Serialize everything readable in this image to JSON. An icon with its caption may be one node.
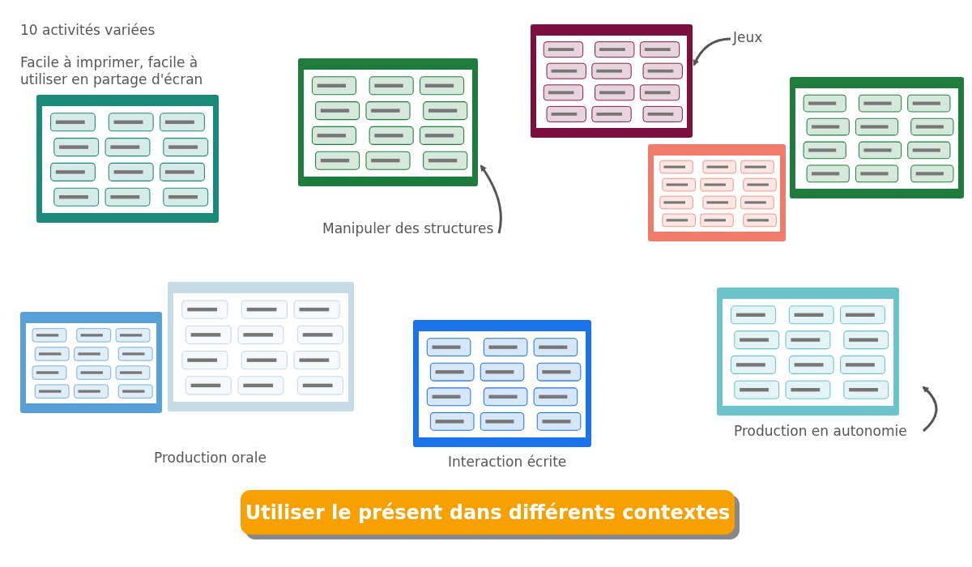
{
  "diagram": {
    "nodes": [
      {
        "text": [
          "Jeux"
        ]
      },
      {
        "text": [],
        "shape": "picture"
      },
      {
        "text": [
          "Manipuler des structures"
        ]
      },
      {
        "text": [],
        "shape": "picture"
      },
      {
        "text": [],
        "shape": "picture"
      },
      {
        "text": [],
        "shape": "picture"
      },
      {
        "text": [],
        "shape": "picture",
        "beside": [
          "Facile à imprimer, facile à utiliser en partage d'écran"
        ]
      },
      {
        "text": [],
        "shape": "picture",
        "beside": [
          "Production orale"
        ]
      },
      {
        "text": [],
        "shape": "picture"
      },
      {
        "text": [],
        "shape": "picture",
        "beside": [
          "Interaction écrite"
        ]
      },
      {
        "text": [],
        "shape": "picture"
      },
      {
        "text": [
          "Production en autonomie"
        ]
      },
      {
        "text": [
          "Utiliser le présent dans différents contextes"
        ]
      }
    ],
    "edges": [
      {
        "from": 0,
        "to": 3,
        "arrow": "to"
      },
      {
        "from": 2,
        "to": 1,
        "arrow": "to"
      },
      {
        "from": 11,
        "to": 10,
        "arrow": "to"
      }
    ],
    "labels": [
      "10 activités variées"
    ]
  }
}
